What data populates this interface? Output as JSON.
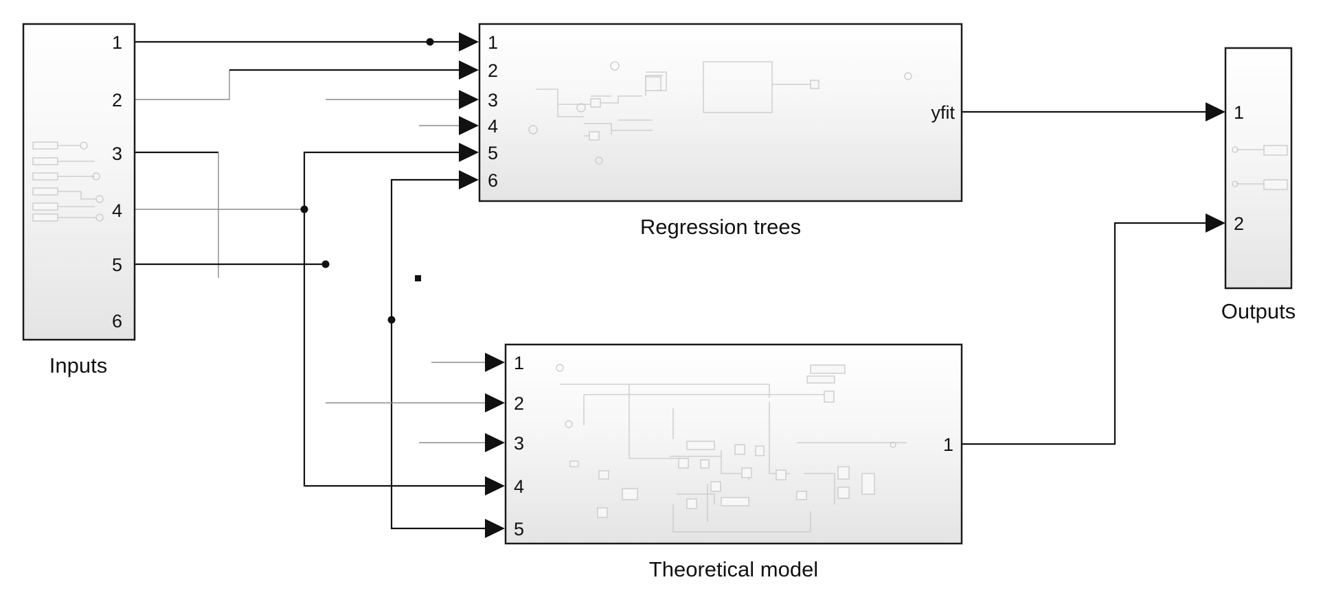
{
  "blocks": {
    "inputs": {
      "caption": "Inputs",
      "ports": [
        "1",
        "2",
        "3",
        "4",
        "5",
        "6"
      ]
    },
    "regression": {
      "caption": "Regression trees",
      "in_ports": [
        "1",
        "2",
        "3",
        "4",
        "5",
        "6"
      ],
      "out_port": "yfit"
    },
    "theoretical": {
      "caption": "Theoretical model",
      "in_ports": [
        "1",
        "2",
        "3",
        "4",
        "5"
      ],
      "out_port": "1"
    },
    "outputs": {
      "caption": "Outputs",
      "ports": [
        "1",
        "2"
      ]
    }
  }
}
